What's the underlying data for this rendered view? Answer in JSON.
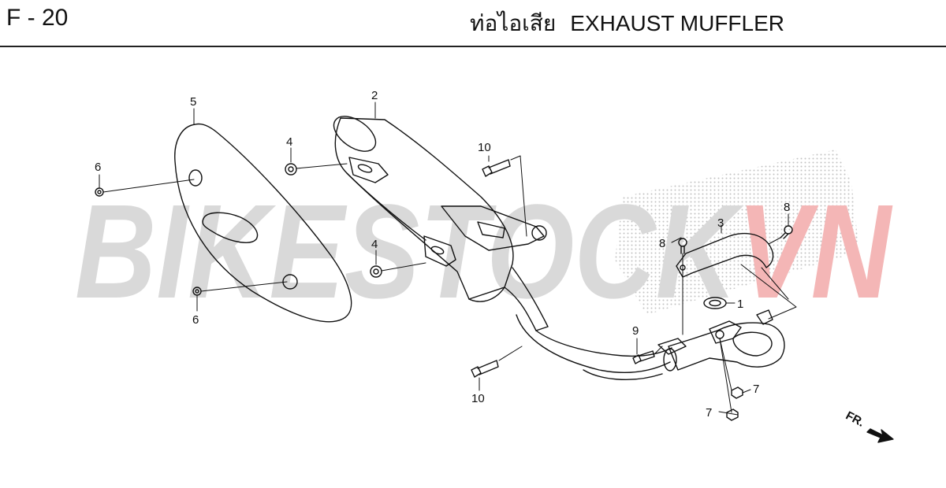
{
  "header": {
    "code": "F - 20",
    "title_th": "ท่อไอเสีย",
    "title_en": "EXHAUST MUFFLER"
  },
  "watermark": {
    "text_a": "BIKESTOCK",
    "text_b": "VN",
    "color_a": "#d9d9d9",
    "color_b": "#f4b6b6"
  },
  "callouts": [
    "1",
    "2",
    "3",
    "4",
    "4",
    "5",
    "6",
    "6",
    "7",
    "7",
    "8",
    "8",
    "9",
    "10",
    "10"
  ],
  "direction_label": "FR."
}
